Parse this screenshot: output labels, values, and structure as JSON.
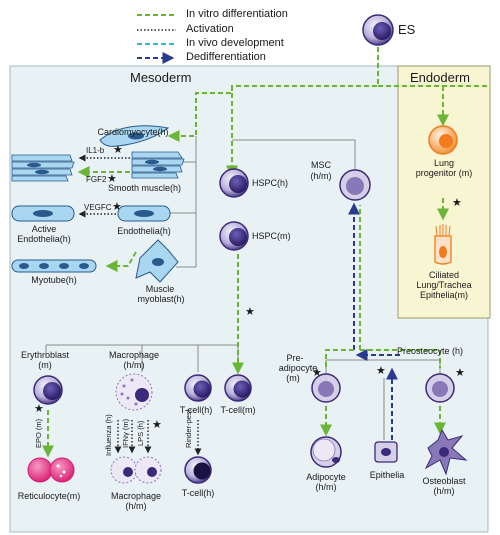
{
  "legend": {
    "in_vitro": "In vitro differentiation",
    "activation": "Activation",
    "in_vivo": "In vivo development",
    "dediff": "Dedifferentiation"
  },
  "regions": {
    "mesoderm": "Mesoderm",
    "endoderm": "Endoderm"
  },
  "cells": {
    "es": "ES",
    "cardiomyocyte": "Cardiomyocyte(h)",
    "smooth_muscle": "Smooth muscle(h)",
    "active_endothelia_1": "Active",
    "active_endothelia_2": "Endothelia(h)",
    "endothelia": "Endothelia(h)",
    "myotube": "Myotube(h)",
    "muscle_myoblast_1": "Muscle",
    "muscle_myoblast_2": "myoblast(h)",
    "hspc_h": "HSPC(h)",
    "hspc_m": "HSPC(m)",
    "msc_1": "MSC",
    "msc_2": "(h/m)",
    "lung_prog_1": "Lung",
    "lung_prog_2": "progenitor (m)",
    "ciliated_1": "Ciliated",
    "ciliated_2": "Lung/Trachea",
    "ciliated_3": "Epithelia(m)",
    "erythroblast_1": "Erythroblast",
    "erythroblast_2": "(m)",
    "macrophage_top_1": "Macrophage",
    "macrophage_top_2": "(h/m)",
    "tcell_h": "T-cell(h)",
    "tcell_m": "T-cell(m)",
    "reticulocyte": "Reticulocyte(m)",
    "macrophage_bottom_1": "Macrophage",
    "macrophage_bottom_2": "(h/m)",
    "tcell_h_bottom": "T-cell(h)",
    "preadipocyte_1": "Pre-",
    "preadipocyte_2": "adipocyte",
    "preadipocyte_3": "(m)",
    "preosteocyte": "Preosteocyte (h)",
    "adipocyte_1": "Adipocyte",
    "adipocyte_2": "(h/m)",
    "epithelia": "Epithelia",
    "osteoblast_1": "Osteoblast",
    "osteoblast_2": "(h/m)"
  },
  "factors": {
    "il1b": "IL1-b",
    "fgf2": "FGF2",
    "vegfc": "VEGFC",
    "epo": "EPO (m)",
    "influenza": "Influenza (h)",
    "ifn": "IFNγ (m)",
    "lps": "LPS (h)",
    "rinderpest": "Rinder-pest"
  },
  "star": "★",
  "colors": {
    "in_vitro": "#6ab535",
    "activation": "#222222",
    "in_vivo": "#33b8d6",
    "dediff": "#2a3a8c",
    "mesoderm_bg": "#e8f1f4",
    "endoderm_bg": "#f8f5d2",
    "endoderm_border": "#9a9a6a",
    "cell_dark": "#3b2a7a",
    "cell_light": "#d6cfe8",
    "cell_mid": "#8878b8",
    "orange": "#f07c1c",
    "pink": "#e8308a",
    "cyan_cell": "#a9d6f0"
  }
}
